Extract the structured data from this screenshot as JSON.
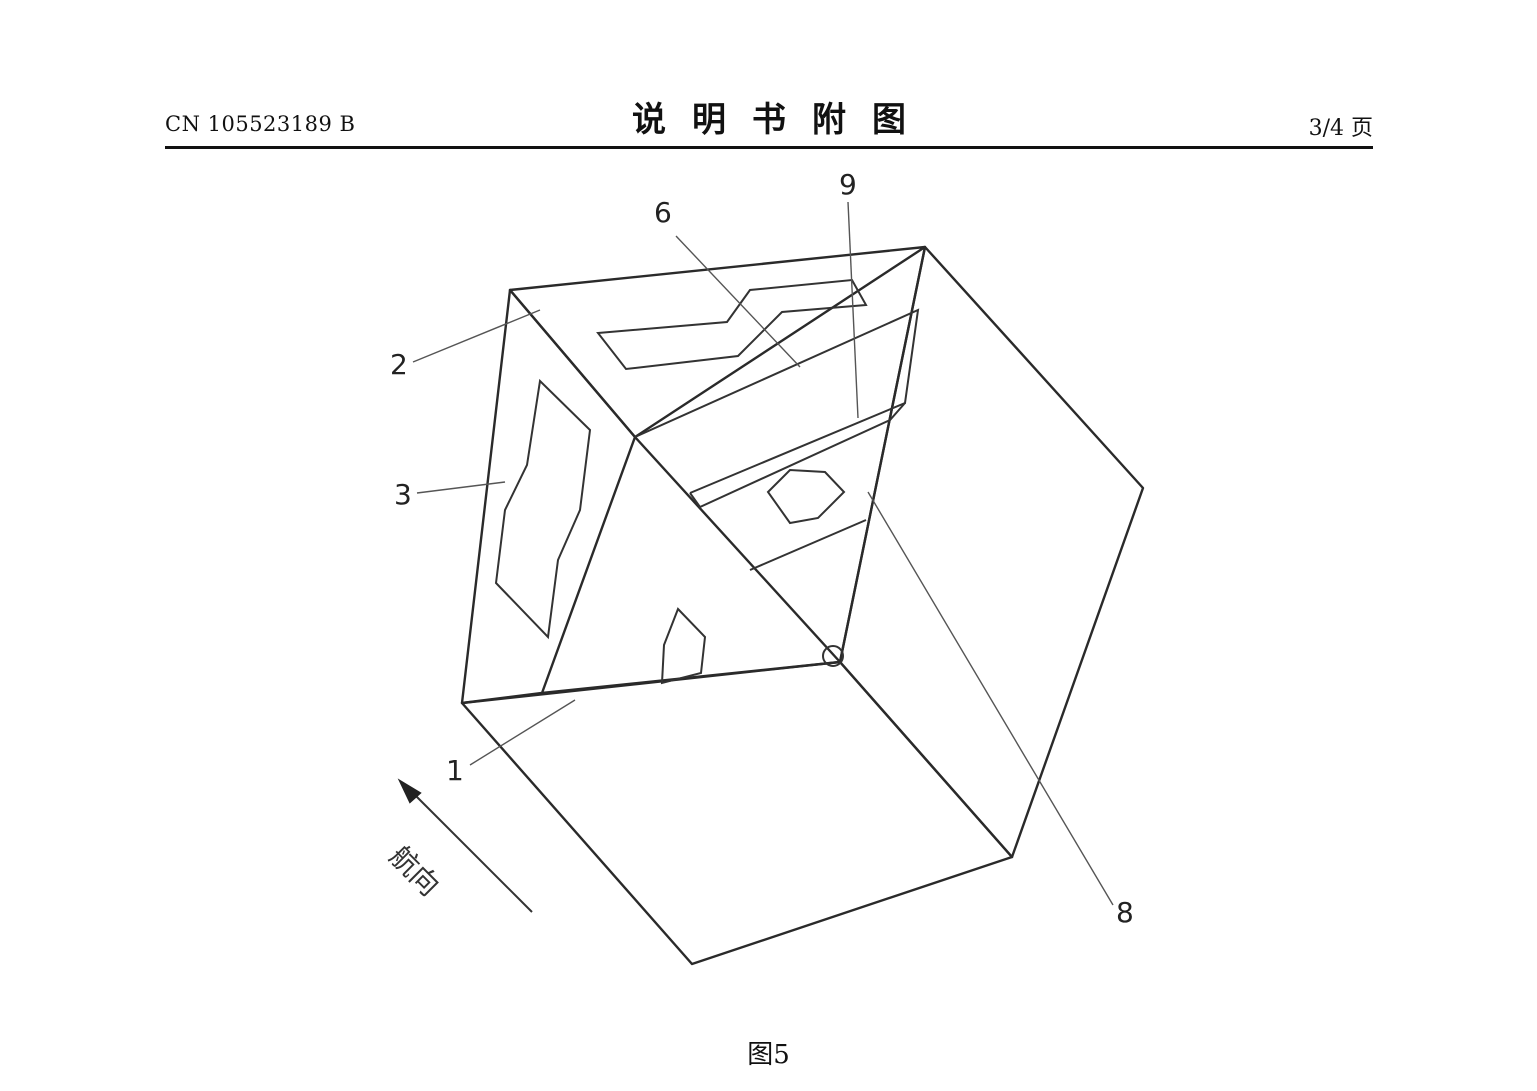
{
  "header": {
    "publication_number": "CN 105523189 B",
    "document_title": "说明书附图",
    "page_number": "3/4 页"
  },
  "figure": {
    "caption": "图5",
    "direction_label": "航向",
    "reference_numerals": {
      "r1": "1",
      "r2": "2",
      "r3": "3",
      "r6": "6",
      "r8": "8",
      "r9": "9"
    }
  }
}
